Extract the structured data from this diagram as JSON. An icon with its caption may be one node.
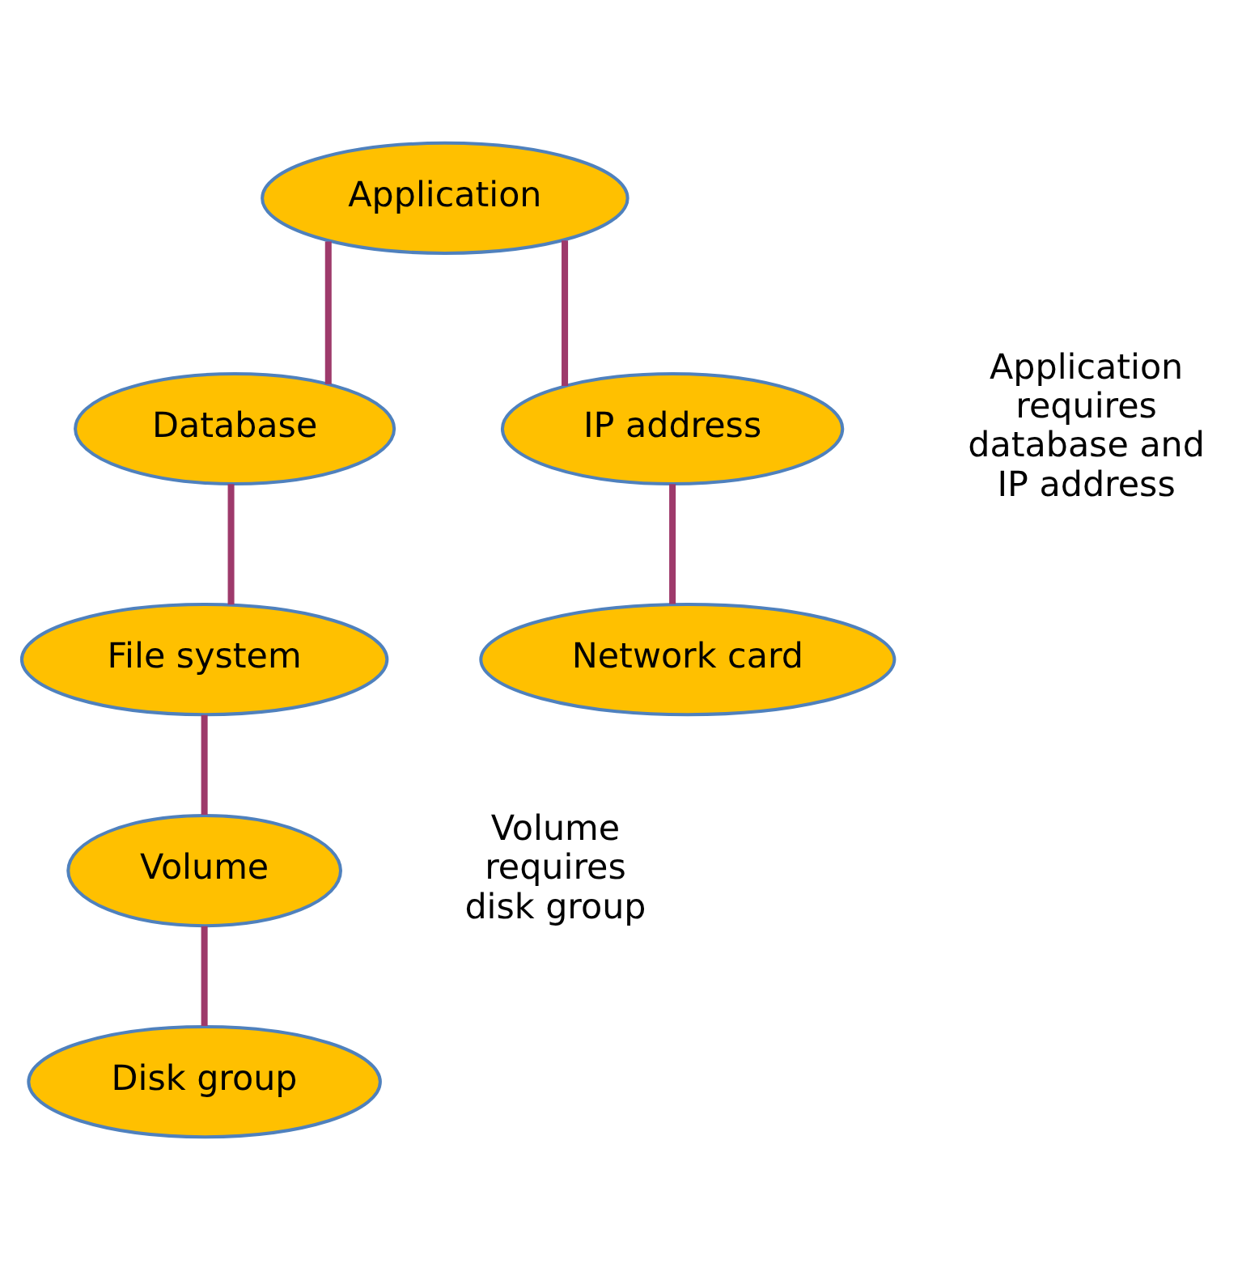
{
  "diagram": {
    "nodes": [
      {
        "text": [
          "Application"
        ]
      },
      {
        "text": [
          "Database"
        ]
      },
      {
        "text": [
          "IP address"
        ]
      },
      {
        "text": [
          "File system"
        ]
      },
      {
        "text": [
          "Network card"
        ]
      },
      {
        "text": [
          "Volume"
        ]
      },
      {
        "text": [
          "Disk group"
        ]
      }
    ],
    "edges": [
      {
        "from": 0,
        "to": 1,
        "arrow": "none"
      },
      {
        "from": 0,
        "to": 2,
        "arrow": "none"
      },
      {
        "from": 1,
        "to": 3,
        "arrow": "none"
      },
      {
        "from": 2,
        "to": 4,
        "arrow": "none"
      },
      {
        "from": 3,
        "to": 5,
        "arrow": "none"
      },
      {
        "from": 5,
        "to": 6,
        "arrow": "none"
      }
    ],
    "labels": [
      "Application requires database and IP address",
      "Volume requires disk group"
    ]
  }
}
